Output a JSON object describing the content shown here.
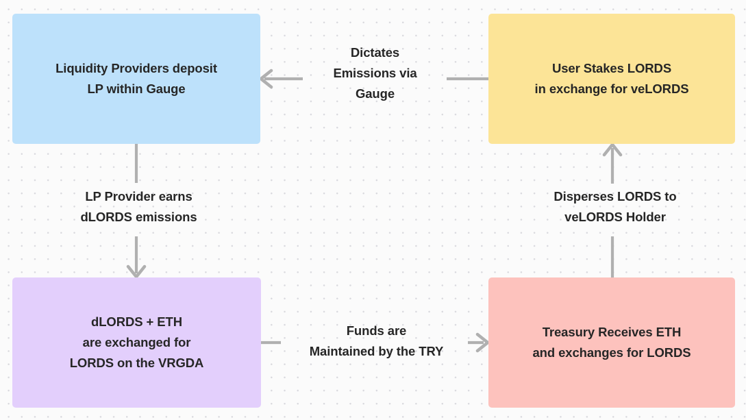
{
  "diagram": {
    "title": "LORDS token flow diagram",
    "background": "#fbfbfb",
    "grid": "dotted",
    "nodes": [
      {
        "id": "lp-deposit",
        "label": "Liquidity Providers deposit\nLP within Gauge",
        "color": "#bde1fb"
      },
      {
        "id": "user-stakes",
        "label": "User Stakes LORDS\nin exchange for veLORDS",
        "color": "#fce497"
      },
      {
        "id": "vrgda-exchange",
        "label": "dLORDS + ETH\nare exchanged for\nLORDS on the VRGDA",
        "color": "#e3cffc"
      },
      {
        "id": "treasury",
        "label": "Treasury Receives ETH\nand exchanges for LORDS",
        "color": "#fdc2bd"
      }
    ],
    "edges": [
      {
        "id": "dictates-emissions",
        "label": "Dictates\nEmissions via\nGauge",
        "from": "user-stakes",
        "to": "lp-deposit",
        "direction": "left",
        "color": "#b0b0b0"
      },
      {
        "id": "lp-provider-earns",
        "label": "LP Provider earns\ndLORDS emissions",
        "from": "lp-deposit",
        "to": "vrgda-exchange",
        "direction": "down",
        "color": "#b0b0b0"
      },
      {
        "id": "disperses-lords",
        "label": "Disperses LORDS to\nveLORDS Holder",
        "from": "treasury",
        "to": "user-stakes",
        "direction": "up",
        "color": "#b0b0b0"
      },
      {
        "id": "funds-maintained",
        "label": "Funds are\nMaintained by the TRY",
        "from": "vrgda-exchange",
        "to": "treasury",
        "direction": "right",
        "color": "#b0b0b0"
      }
    ]
  }
}
